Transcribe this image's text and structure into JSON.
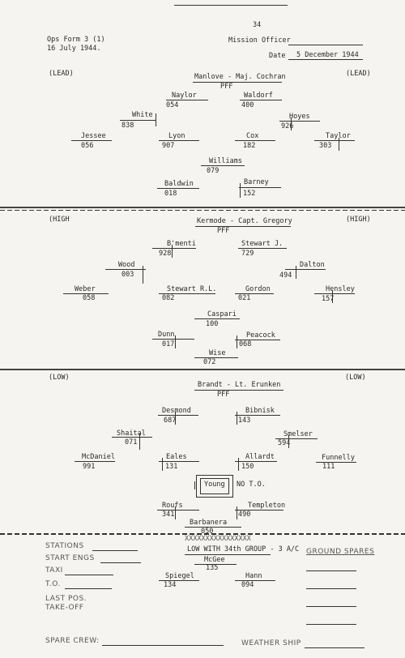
{
  "header": {
    "top_mark": "34",
    "form": "Ops Form 3 (1)",
    "form_date": "16 July 1944.",
    "mission_officer_label": "Mission Officer",
    "date_label": "Date",
    "date_value": "5 December 1944"
  },
  "lead": {
    "left_tag": "(LEAD)",
    "right_tag": "(LEAD)",
    "leader": "Manlove - Maj. Cochran",
    "leader_tag": "PFF",
    "pilots": [
      {
        "name": "Naylor",
        "num": "054"
      },
      {
        "name": "Waldorf",
        "num": "400"
      },
      {
        "name": "White",
        "num": "838"
      },
      {
        "name": "Hoyes",
        "num": "926"
      },
      {
        "name": "Jessee",
        "num": "056"
      },
      {
        "name": "Lyon",
        "num": "907"
      },
      {
        "name": "Cox",
        "num": "182"
      },
      {
        "name": "Taylor",
        "num": "303"
      },
      {
        "name": "Williams",
        "num": "079"
      },
      {
        "name": "Baldwin",
        "num": "018"
      },
      {
        "name": "Barney",
        "num": "152"
      }
    ]
  },
  "high": {
    "left_tag": "(HIGH",
    "right_tag": "(HIGH)",
    "leader": "Kermode - Capt. Gregory",
    "leader_tag": "PFF",
    "pilots": [
      {
        "name": "B'menti",
        "num": "928"
      },
      {
        "name": "Stewart J.",
        "num": "729"
      },
      {
        "name": "Wood",
        "num": "003"
      },
      {
        "name": "Dalton",
        "num": "494"
      },
      {
        "name": "Weber",
        "num": "058"
      },
      {
        "name": "Stewart R.L.",
        "num": "082"
      },
      {
        "name": "Gordon",
        "num": "021"
      },
      {
        "name": "Hensley",
        "num": "157"
      },
      {
        "name": "Caspari",
        "num": "100"
      },
      {
        "name": "Dunn",
        "num": "017"
      },
      {
        "name": "Peacock",
        "num": "068"
      },
      {
        "name": "Wise",
        "num": "072"
      }
    ]
  },
  "low": {
    "left_tag": "(LOW)",
    "right_tag": "(LOW)",
    "leader": "Brandt - Lt. Erunken",
    "leader_tag": "PFF",
    "pilots": [
      {
        "name": "Desmond",
        "num": "687"
      },
      {
        "name": "Bibnisk",
        "num": "143"
      },
      {
        "name": "Shaital",
        "num": "071"
      },
      {
        "name": "Smelser",
        "num": "594"
      },
      {
        "name": "McDaniel",
        "num": "991"
      },
      {
        "name": "Eales",
        "num": "131"
      },
      {
        "name": "Allardt",
        "num": "150"
      },
      {
        "name": "Funnelly",
        "num": "111"
      },
      {
        "name": "Young",
        "num": "NO T.O."
      },
      {
        "name": "Roufs",
        "num": "341"
      },
      {
        "name": "Templeton",
        "num": "490"
      },
      {
        "name": "Barbanera",
        "num": "050"
      }
    ]
  },
  "footer": {
    "stations": "STATIONS",
    "start_engs": "START ENGS",
    "taxi": "TAXI",
    "to": "T.O.",
    "last_pos": "LAST POS.",
    "takeoff": "TAKE-OFF",
    "spare_crew": "SPARE CREW:",
    "weather_ship": "WEATHER SHIP",
    "ground_spares": "GROUND SPARES",
    "crossed": "XXXXXXXXXXXXXXXX",
    "low_with": "LOW WITH 34th GROUP - 3 A/C",
    "extra": [
      {
        "name": "McGee",
        "num": "135"
      },
      {
        "name": "Spiegel",
        "num": "134"
      },
      {
        "name": "Hann",
        "num": "094"
      }
    ]
  }
}
